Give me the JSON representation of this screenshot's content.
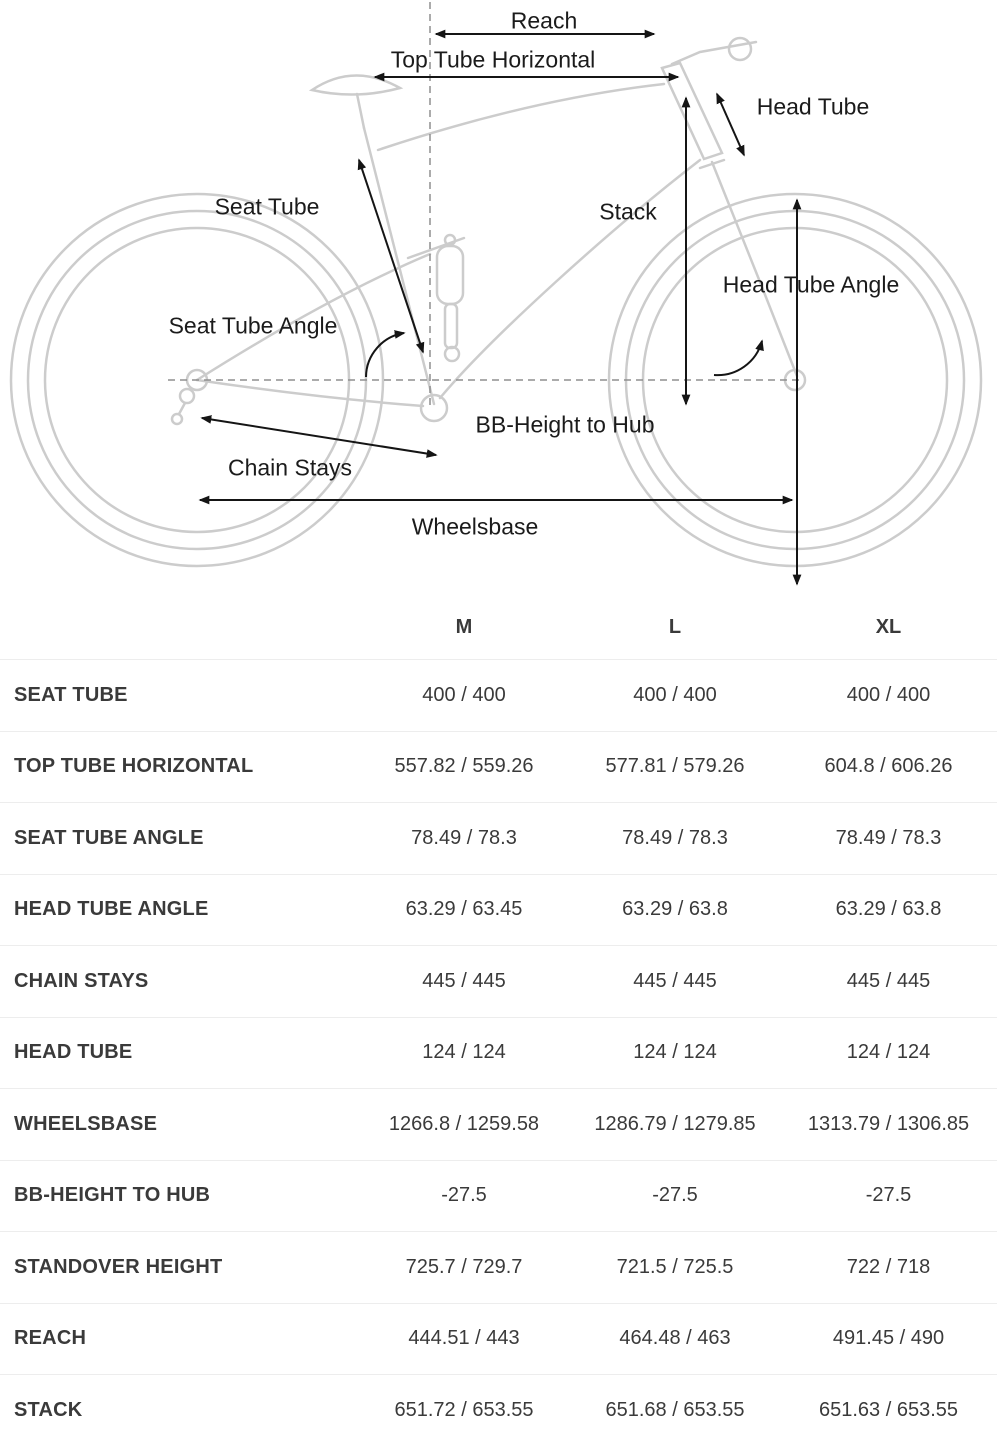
{
  "diagram": {
    "labels": {
      "reach": "Reach",
      "top_tube_horizontal": "Top Tube Horizontal",
      "head_tube": "Head Tube",
      "seat_tube": "Seat Tube",
      "stack": "Stack",
      "head_tube_angle": "Head Tube Angle",
      "seat_tube_angle": "Seat Tube Angle",
      "bb_height_to_hub": "BB-Height to Hub",
      "chain_stays": "Chain Stays",
      "wheelsbase": "Wheelsbase"
    }
  },
  "table": {
    "columns": [
      "M",
      "L",
      "XL"
    ],
    "rows": [
      {
        "label": "SEAT TUBE",
        "values": [
          "400 / 400",
          "400 / 400",
          "400 / 400"
        ]
      },
      {
        "label": "TOP TUBE HORIZONTAL",
        "values": [
          "557.82 / 559.26",
          "577.81 / 579.26",
          "604.8 / 606.26"
        ]
      },
      {
        "label": "SEAT TUBE ANGLE",
        "values": [
          "78.49 / 78.3",
          "78.49 / 78.3",
          "78.49 / 78.3"
        ]
      },
      {
        "label": "HEAD TUBE ANGLE",
        "values": [
          "63.29 / 63.45",
          "63.29 / 63.8",
          "63.29 / 63.8"
        ]
      },
      {
        "label": "CHAIN STAYS",
        "values": [
          "445 / 445",
          "445 / 445",
          "445 / 445"
        ]
      },
      {
        "label": "HEAD TUBE",
        "values": [
          "124 / 124",
          "124 / 124",
          "124 / 124"
        ]
      },
      {
        "label": "WHEELSBASE",
        "values": [
          "1266.8 / 1259.58",
          "1286.79 / 1279.85",
          "1313.79 / 1306.85"
        ]
      },
      {
        "label": "BB-HEIGHT TO HUB",
        "values": [
          "-27.5",
          "-27.5",
          "-27.5"
        ]
      },
      {
        "label": "STANDOVER HEIGHT",
        "values": [
          "725.7 / 729.7",
          "721.5 / 725.5",
          "722 / 718"
        ]
      },
      {
        "label": "REACH",
        "values": [
          "444.51 / 443",
          "464.48 / 463",
          "491.45 / 490"
        ]
      },
      {
        "label": "STACK",
        "values": [
          "651.72 / 653.55",
          "651.68 / 653.55",
          "651.63 / 653.55"
        ]
      }
    ]
  },
  "chart_data": {
    "type": "table",
    "columns": [
      "",
      "M",
      "L",
      "XL"
    ],
    "rows": [
      [
        "SEAT TUBE",
        "400 / 400",
        "400 / 400",
        "400 / 400"
      ],
      [
        "TOP TUBE HORIZONTAL",
        "557.82 / 559.26",
        "577.81 / 579.26",
        "604.8 / 606.26"
      ],
      [
        "SEAT TUBE ANGLE",
        "78.49 / 78.3",
        "78.49 / 78.3",
        "78.49 / 78.3"
      ],
      [
        "HEAD TUBE ANGLE",
        "63.29 / 63.45",
        "63.29 / 63.8",
        "63.29 / 63.8"
      ],
      [
        "CHAIN STAYS",
        "445 / 445",
        "445 / 445",
        "445 / 445"
      ],
      [
        "HEAD TUBE",
        "124 / 124",
        "124 / 124",
        "124 / 124"
      ],
      [
        "WHEELSBASE",
        "1266.8 / 1259.58",
        "1286.79 / 1279.85",
        "1313.79 / 1306.85"
      ],
      [
        "BB-HEIGHT TO HUB",
        "-27.5",
        "-27.5",
        "-27.5"
      ],
      [
        "STANDOVER HEIGHT",
        "725.7 / 729.7",
        "721.5 / 725.5",
        "722 / 718"
      ],
      [
        "REACH",
        "444.51 / 443",
        "464.48 / 463",
        "491.45 / 490"
      ],
      [
        "STACK",
        "651.72 / 653.55",
        "651.68 / 653.55",
        "651.63 / 653.55"
      ]
    ]
  },
  "colors": {
    "line_art": "#cccccc",
    "arrow": "#151515",
    "text": "#3a3a3a",
    "separator": "#ededed"
  }
}
